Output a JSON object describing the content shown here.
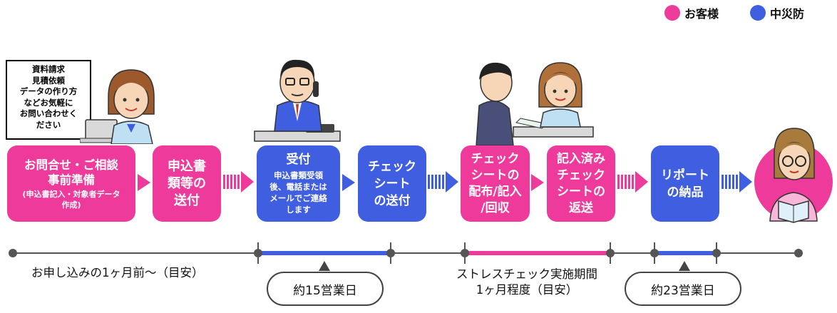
{
  "legend": [
    {
      "label": "お客様",
      "color": "#ee3a9a"
    },
    {
      "label": "中災防",
      "color": "#3f5ee0"
    }
  ],
  "note": {
    "lines": [
      "資料請求",
      "見積依頼",
      "データの作り方",
      "などお気軽に",
      "お問い合わせく",
      "ださい"
    ]
  },
  "steps": [
    {
      "lines": [
        "お問合せ・ご相談",
        "事前準備"
      ],
      "sub": [
        "(申込書記入・対象者データ",
        "作成)"
      ],
      "actor": "customer"
    },
    {
      "lines": [
        "申込書",
        "類等の",
        "送付"
      ],
      "actor": "customer"
    },
    {
      "lines": [
        "受付"
      ],
      "sub": [
        "申込書類受領",
        "後、電話または",
        "メールでご連絡",
        "します"
      ],
      "actor": "jisha"
    },
    {
      "lines": [
        "チェック",
        "シート",
        "の送付"
      ],
      "actor": "jisha"
    },
    {
      "lines": [
        "チェック",
        "シートの",
        "配布/記入",
        "/回収"
      ],
      "actor": "customer"
    },
    {
      "lines": [
        "記入済み",
        "チェック",
        "シートの",
        "返送"
      ],
      "actor": "customer"
    },
    {
      "lines": [
        "リポート",
        "の納品"
      ],
      "actor": "jisha"
    }
  ],
  "timeline": {
    "left_text": "お申し込みの1ヶ月前～（目安）",
    "mid_text": [
      "ストレスチェック実施期間",
      "1ヶ月程度（目安）"
    ],
    "pill1": "約15営業日",
    "pill2": "約23営業日"
  },
  "colors": {
    "customer": "#ee3a9a",
    "jisha": "#3f5ee0",
    "line": "#555555"
  }
}
